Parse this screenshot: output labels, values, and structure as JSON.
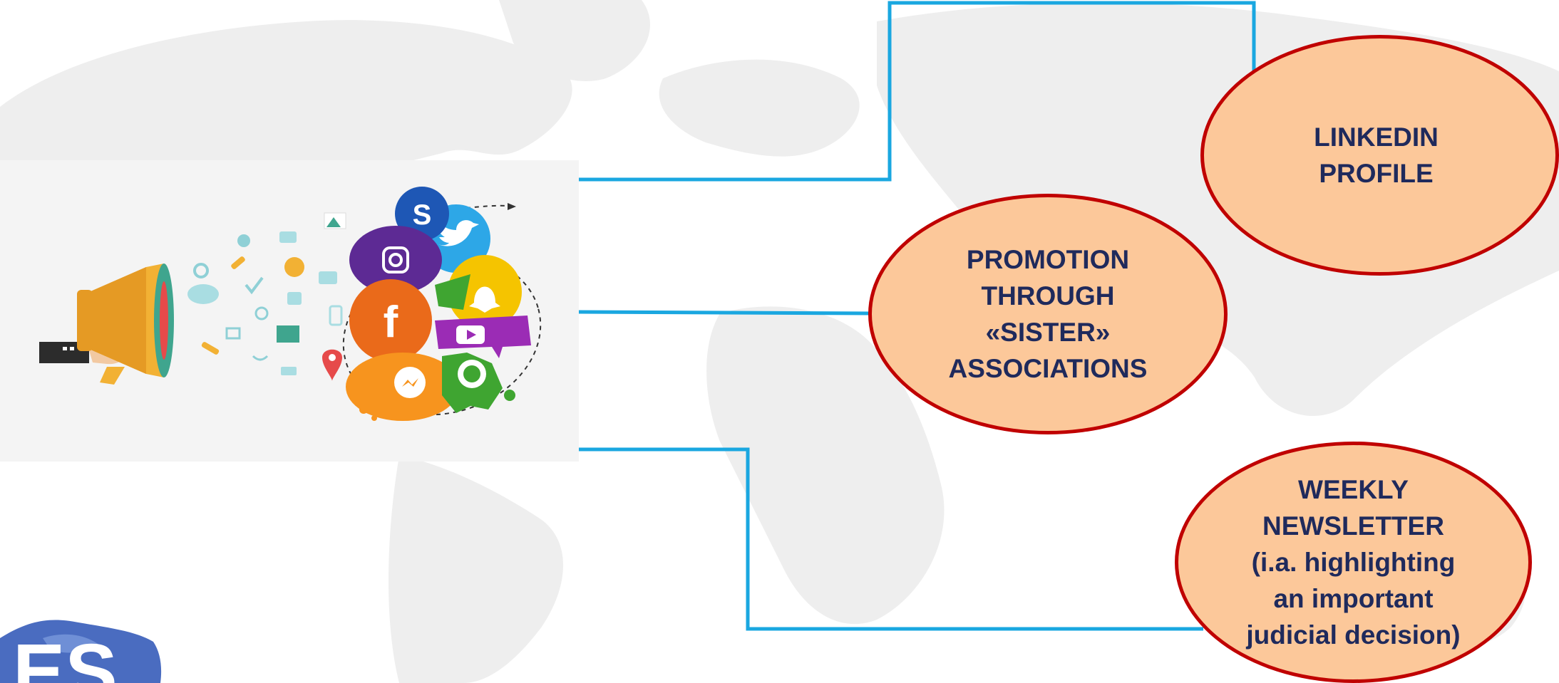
{
  "colors": {
    "connector": "#1aa7e0",
    "ellipse_fill": "#fcc89a",
    "ellipse_border": "#c00000",
    "ellipse_text": "#1f2a5c",
    "map_land": "#eeeeee",
    "logo": "#4a6cc0"
  },
  "diagram": {
    "nodes": [
      {
        "id": "linkedin",
        "label": "LINKEDIN\nPROFILE"
      },
      {
        "id": "promotion",
        "label": "PROMOTION\nTHROUGH\n«SISTER»\nASSOCIATIONS"
      },
      {
        "id": "newsletter",
        "label": "WEEKLY\nNEWSLETTER\n(i.a. highlighting\nan important\njudicial decision)"
      }
    ],
    "hub": {
      "description_icon": "megaphone-social-media-icon",
      "icons": [
        "megaphone-icon",
        "skype-icon",
        "instagram-icon",
        "twitter-icon",
        "snapchat-icon",
        "facebook-icon",
        "youtube-icon",
        "messenger-icon",
        "whatsapp-icon"
      ]
    }
  },
  "logo": {
    "text": "ES"
  }
}
